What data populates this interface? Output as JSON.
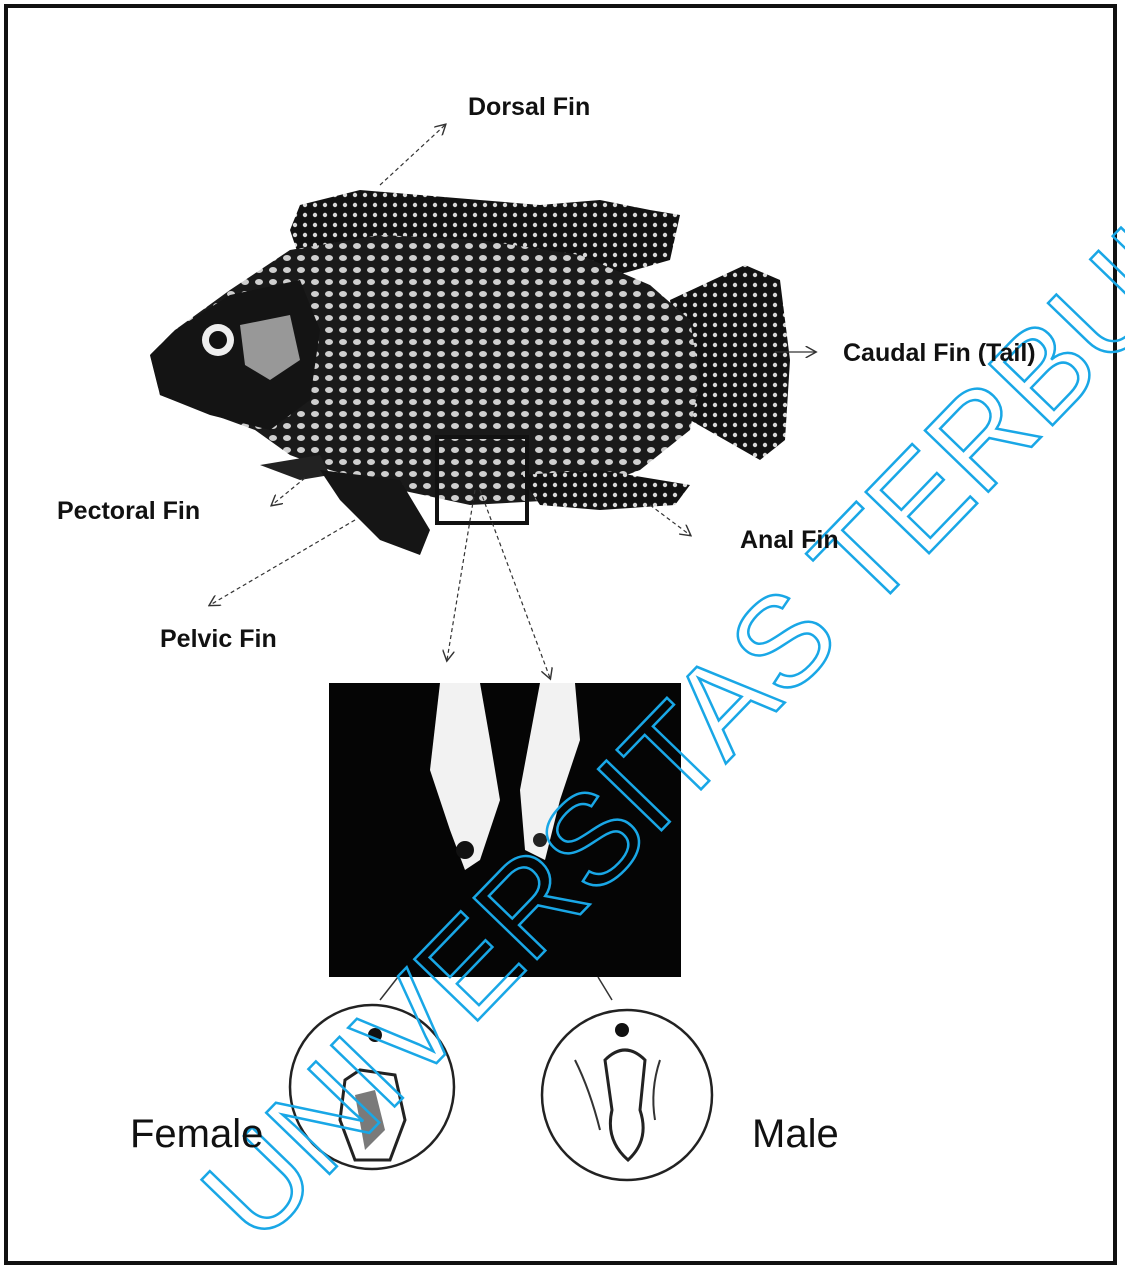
{
  "labels": {
    "dorsal_fin": "Dorsal Fin",
    "caudal_fin": "Caudal Fin (Tail)",
    "pectoral_fin": "Pectoral Fin",
    "anal_fin": "Anal Fin",
    "pelvic_fin": "Pelvic Fin",
    "female": "Female",
    "male": "Male"
  },
  "watermark": "UNIVERSITAS TERBUKA",
  "colors": {
    "watermark": "#19a7e6",
    "ink": "#111111",
    "background": "#ffffff"
  }
}
